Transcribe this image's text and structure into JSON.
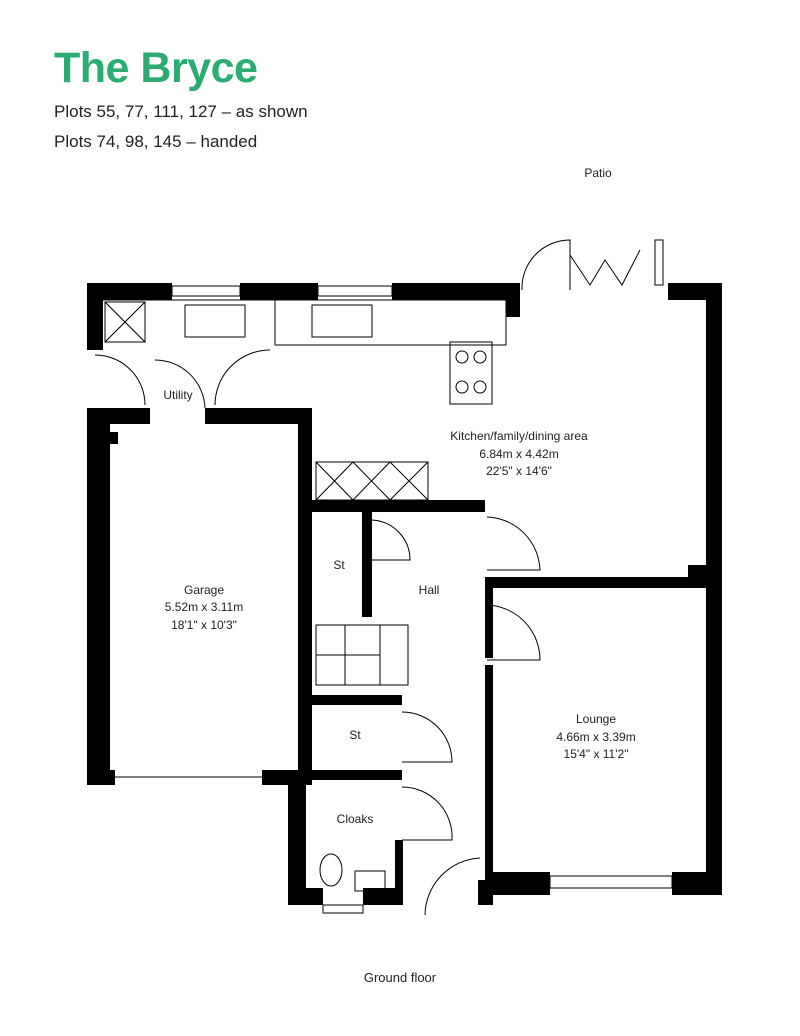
{
  "header": {
    "title": "The Bryce",
    "plots_as_shown": "Plots 55, 77, 111, 127 – as shown",
    "plots_handed": "Plots 74, 98, 145 – handed"
  },
  "rooms": {
    "patio": "Patio",
    "utility": "Utility",
    "kitchen": {
      "name": "Kitchen/family/dining area",
      "metric": "6.84m x 4.42m",
      "imperial": "22'5\" x 14'6\""
    },
    "garage": {
      "name": "Garage",
      "metric": "5.52m x 3.11m",
      "imperial": "18'1\" x 10'3\""
    },
    "store1": "St",
    "store2": "St",
    "hall": "Hall",
    "lounge": {
      "name": "Lounge",
      "metric": "4.66m x 3.39m",
      "imperial": "15'4\" x 11'2\""
    },
    "cloaks": "Cloaks"
  },
  "floor_label": "Ground floor",
  "colors": {
    "brand": "#2aac72",
    "wall": "#000000"
  }
}
